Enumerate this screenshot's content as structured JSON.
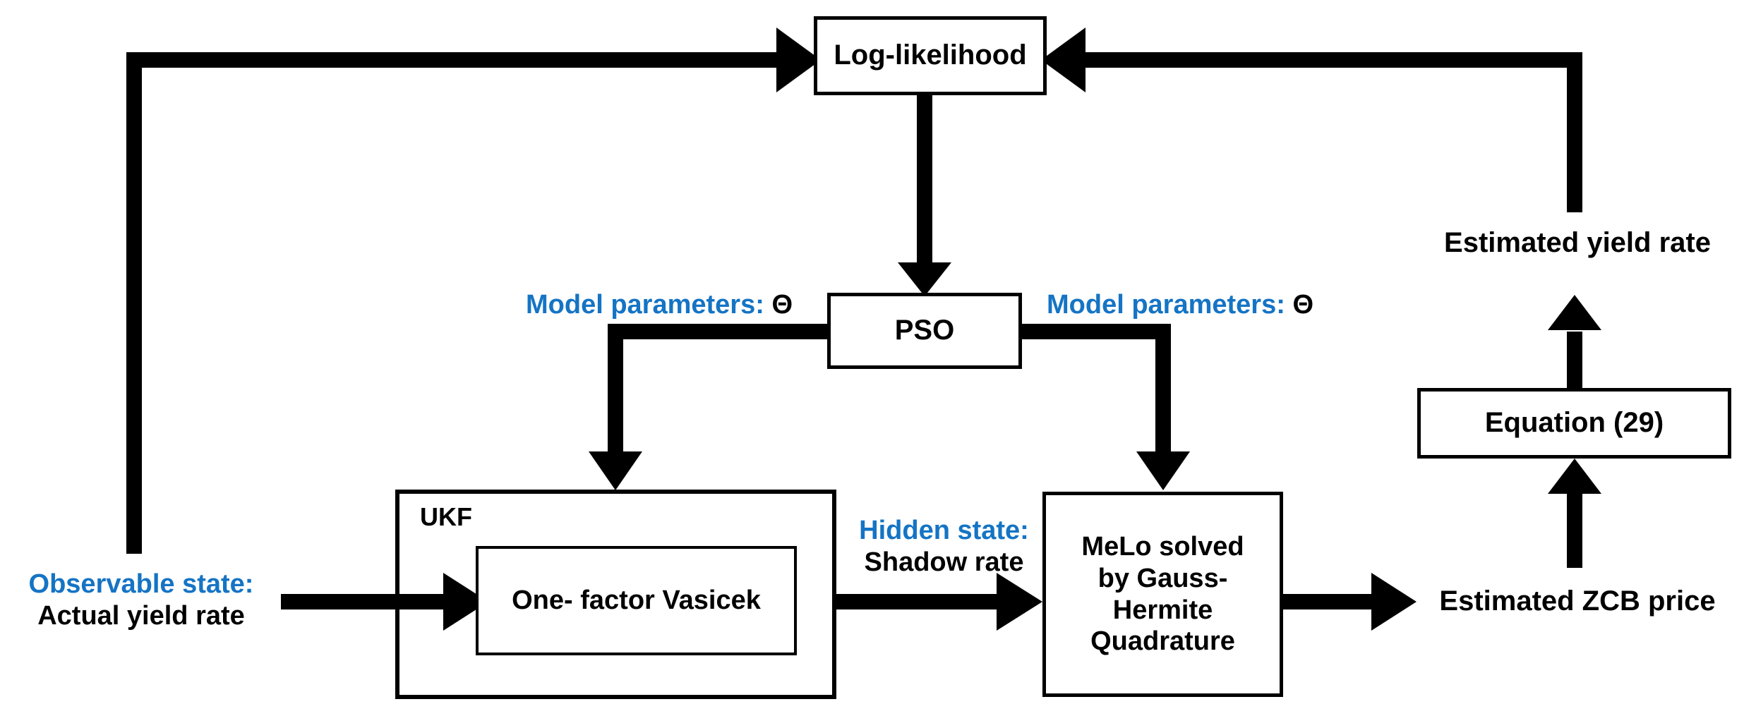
{
  "diagram": {
    "title": "Shadow rate model estimation flowchart",
    "accent_color": "#1574c4",
    "line_color": "#000000",
    "background": "#ffffff",
    "nodes": {
      "log_likelihood": "Log-likelihood",
      "pso": "PSO",
      "ukf_tag": "UKF",
      "vasicek": "One- factor Vasicek",
      "melo_line1": "MeLo solved",
      "melo_line2": "by Gauss-",
      "melo_line3": "Hermite",
      "melo_line4": "Quadrature",
      "equation": "Equation (29)"
    },
    "labels": {
      "observable_state_blue": "Observable state:",
      "observable_state_black": "Actual yield rate",
      "hidden_state_blue": "Hidden state:",
      "hidden_state_black": "Shadow rate",
      "model_parameters_left_blue": "Model parameters:",
      "model_parameters_left_symbol": "Θ",
      "model_parameters_right_blue": "Model parameters:",
      "model_parameters_right_symbol": "Θ",
      "estimated_zcb_price": "Estimated ZCB price",
      "estimated_yield_rate": "Estimated yield rate"
    },
    "edges": [
      {
        "name": "observable-to-ukf",
        "from": "Actual yield rate",
        "to": "UKF / One- factor Vasicek"
      },
      {
        "name": "ukf-to-melo",
        "from": "UKF / One- factor Vasicek",
        "to": "MeLo solved by Gauss-Hermite Quadrature",
        "label": "Hidden state: Shadow rate"
      },
      {
        "name": "melo-to-zcb",
        "from": "MeLo solved by Gauss-Hermite Quadrature",
        "to": "Estimated ZCB price"
      },
      {
        "name": "zcb-to-equation",
        "from": "Estimated ZCB price",
        "to": "Equation (29)"
      },
      {
        "name": "equation-to-yield",
        "from": "Equation (29)",
        "to": "Estimated yield rate"
      },
      {
        "name": "yield-to-loglikelihood",
        "from": "Estimated yield rate",
        "to": "Log-likelihood"
      },
      {
        "name": "observable-to-loglikelihood",
        "from": "Actual yield rate",
        "to": "Log-likelihood"
      },
      {
        "name": "loglikelihood-to-pso",
        "from": "Log-likelihood",
        "to": "PSO"
      },
      {
        "name": "pso-to-ukf",
        "from": "PSO",
        "to": "UKF",
        "label": "Model parameters: Θ"
      },
      {
        "name": "pso-to-melo",
        "from": "PSO",
        "to": "MeLo",
        "label": "Model parameters: Θ"
      }
    ]
  }
}
